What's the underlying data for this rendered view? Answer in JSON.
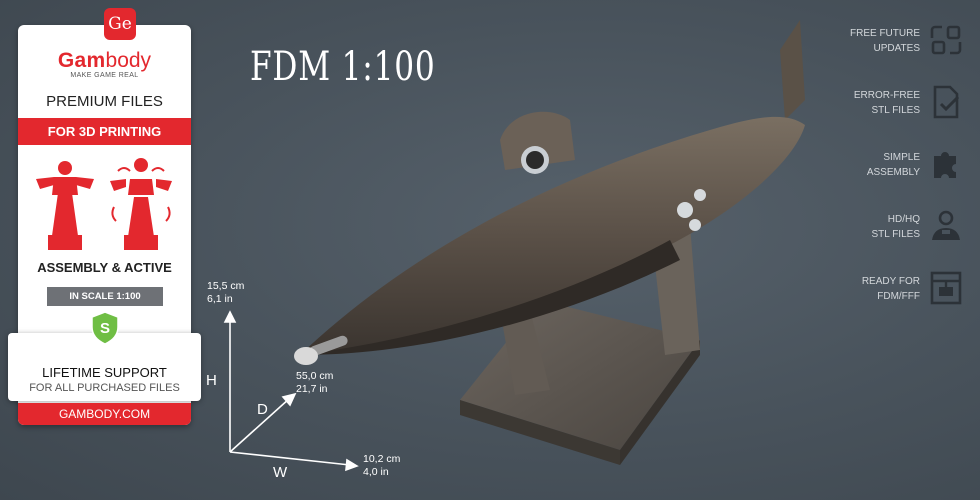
{
  "brand": {
    "badge": "Ge",
    "name_part1": "Gam",
    "name_part2": "body",
    "tagline": "MAKE GAME REAL",
    "premium": "PREMIUM FILES",
    "for_printing": "FOR 3D PRINTING",
    "assembly": "ASSEMBLY & ACTIVE",
    "scale": "IN SCALE 1:100",
    "support_title": "LIFETIME SUPPORT",
    "support_sub": "FOR ALL PURCHASED FILES",
    "site": "GAMBODY.COM",
    "accent": "#e3282e"
  },
  "headline": "FDM 1:100",
  "dimensions": {
    "height_cm": "15,5  cm",
    "height_in": "6,1  in",
    "length_cm": "55,0  cm",
    "length_in": "21,7  in",
    "width_cm": "10,2  cm",
    "width_in": "4,0  in",
    "axis_h": "H",
    "axis_d": "D",
    "axis_w": "W"
  },
  "features": [
    {
      "line1": "FREE FUTURE",
      "line2": "UPDATES",
      "icon": "updates-icon"
    },
    {
      "line1": "ERROR-FREE",
      "line2": "STL FILES",
      "icon": "file-check-icon"
    },
    {
      "line1": "SIMPLE",
      "line2": "ASSEMBLY",
      "icon": "puzzle-icon"
    },
    {
      "line1": "HD/HQ",
      "line2": "STL FILES",
      "icon": "figure-icon"
    },
    {
      "line1": "READY FOR",
      "line2": "FDM/FFF",
      "icon": "printer-icon"
    }
  ]
}
